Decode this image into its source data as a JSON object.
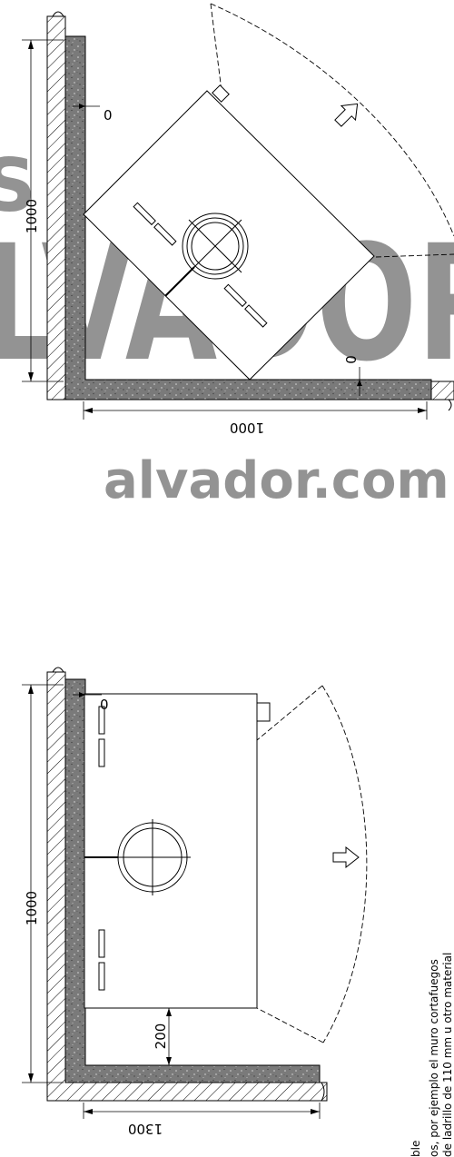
{
  "watermark": {
    "big": "LVADOR",
    "fragment": "S",
    "url": "alvador.com",
    "color": "#b9b9b9"
  },
  "top_diagram": {
    "dim_vertical": "1000",
    "dim_horizontal": "1000",
    "clearance_wall": "0",
    "clearance_floor": "0"
  },
  "bottom_diagram": {
    "dim_vertical": "1000",
    "dim_horizontal": "1300",
    "clearance_wall": "0",
    "clearance_front": "200"
  },
  "note": {
    "line1": "ble",
    "line2": "os, por ejemplo el muro cortafuegos",
    "line3": "de ladrillo de 110 mm u otro material"
  },
  "icons": [
    "arrow-outline-icon"
  ],
  "colors": {
    "wall": "#777777",
    "line": "#000000"
  }
}
